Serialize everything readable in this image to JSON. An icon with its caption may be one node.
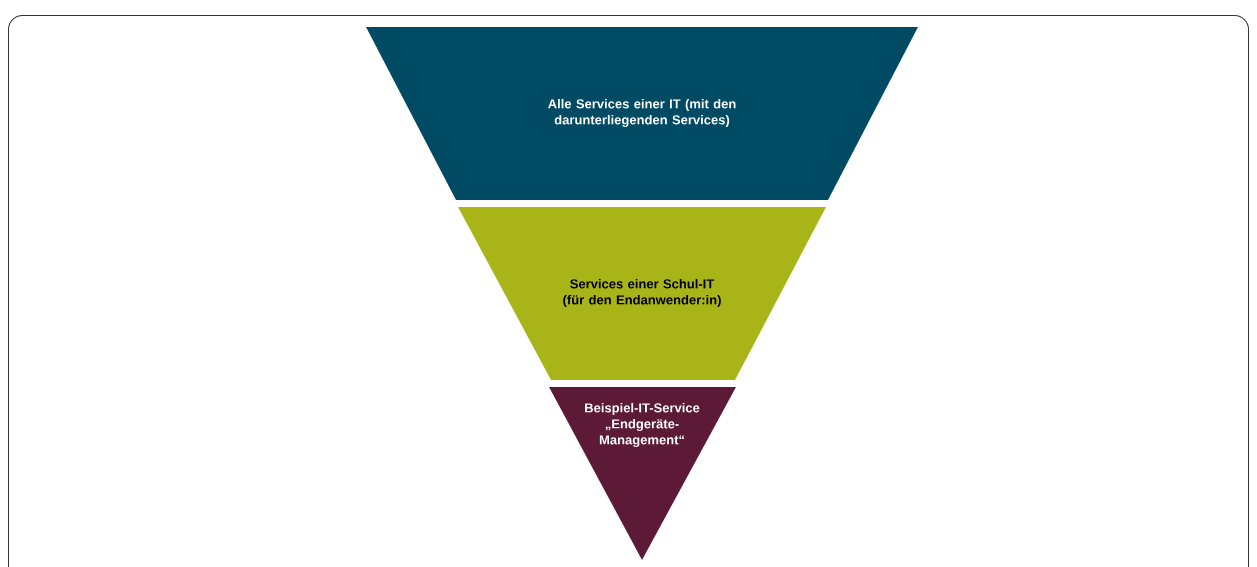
{
  "diagram": {
    "nodes": [
      {
        "text": [
          "Alle Services einer IT (mit den darunterliegenden Services)"
        ]
      },
      {
        "text": [
          "Services einer Schul-IT (für den Endanwender:in)"
        ]
      },
      {
        "text": [
          "Beispiel-IT-Service „Endgeräte-Management“"
        ]
      }
    ]
  }
}
